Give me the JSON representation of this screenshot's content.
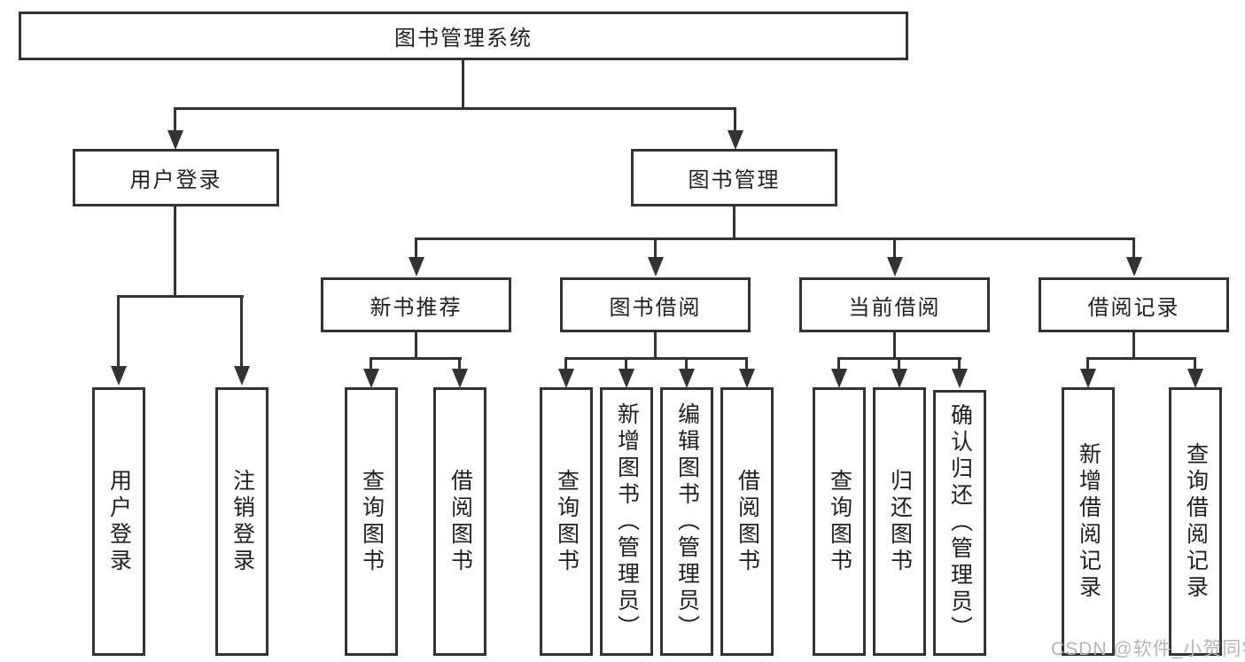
{
  "tree": {
    "root": {
      "label": "图书管理系统"
    },
    "login": {
      "label": "用户登录",
      "children": [
        {
          "label": "用户登录"
        },
        {
          "label": "注销登录"
        }
      ]
    },
    "management": {
      "label": "图书管理",
      "sections": [
        {
          "label": "新书推荐",
          "children": [
            {
              "label": "查询图书"
            },
            {
              "label": "借阅图书"
            }
          ]
        },
        {
          "label": "图书借阅",
          "children": [
            {
              "label": "查询图书"
            },
            {
              "label": "新增图书（管理员）"
            },
            {
              "label": "编辑图书（管理员）"
            },
            {
              "label": "借阅图书"
            }
          ]
        },
        {
          "label": "当前借阅",
          "children": [
            {
              "label": "查询图书"
            },
            {
              "label": "归还图书"
            },
            {
              "label": "确认归还（管理员）"
            }
          ]
        },
        {
          "label": "借阅记录",
          "children": [
            {
              "label": "新增借阅记录"
            },
            {
              "label": "查询借阅记录"
            }
          ]
        }
      ]
    }
  },
  "watermark": {
    "text": "CSDN @软件_小贺同学"
  },
  "colors": {
    "line": "#333333",
    "text": "#1f1f1f",
    "background": "#ffffff",
    "watermark": "#b5b5b5"
  }
}
